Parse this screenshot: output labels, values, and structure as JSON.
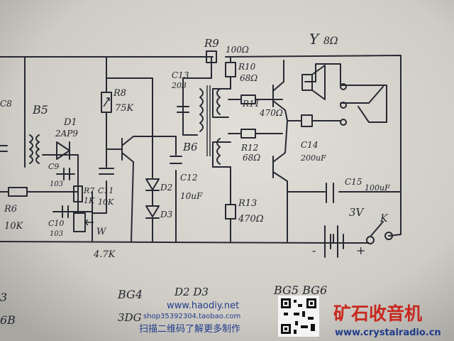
{
  "labels": {
    "r9": "R9",
    "r9v": "100Ω",
    "r10": "R10",
    "r10v": "68Ω",
    "r11": "R11",
    "r11v": "470Ω",
    "r12": "R12",
    "r12v": "68Ω",
    "r13": "R13",
    "r13v": "470Ω",
    "r8": "R8",
    "r8v": "75K",
    "r7": "R7",
    "r7v": "1K",
    "r6": "R6",
    "r6v": "10K",
    "c8": "C8",
    "c9": "C9",
    "c9v": "103",
    "c10": "C10",
    "c10v": "103",
    "c11": "C11",
    "c11v": "10K",
    "c12": "C12",
    "c12v": "10uF",
    "c13": "C13",
    "c13v": "203",
    "c14": "C14",
    "c14v": "200uF",
    "c15": "C15",
    "c15v": "100uF",
    "b5": "B5",
    "b6": "B6",
    "d1": "D1",
    "d1v": "2AP9",
    "d2": "D2",
    "d3": "D3",
    "w": "W",
    "wv": "4.7K",
    "speaker": "Y",
    "speakerv": "8Ω",
    "battery": "3V",
    "switch": "K",
    "minus": "-",
    "plus": "+",
    "bottom1": "BG4",
    "bottom2": "D2 D3",
    "bottom3": "BG5 BG6",
    "bottom4": "3DG",
    "bottom5": "3",
    "bottom6": "6B"
  },
  "watermark": {
    "site": "www.haodiy.net",
    "shop": "shop35392304.taobao.com",
    "scan": "扫描二维码了解更多制作",
    "brand": "矿石收音机",
    "brand_url": "www.crystalradio.cn",
    "brand_color": "#c8281e",
    "site_color": "#1f3d8a"
  }
}
